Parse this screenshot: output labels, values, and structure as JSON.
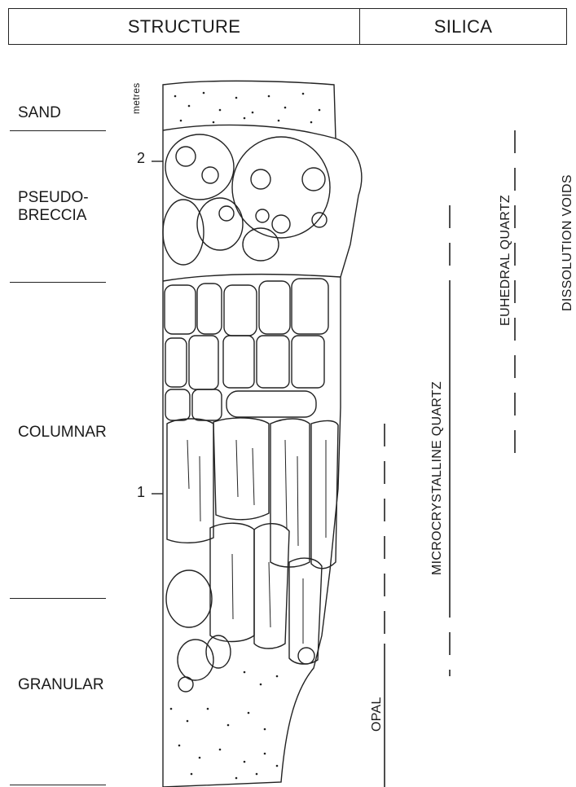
{
  "header": {
    "structure": "STRUCTURE",
    "silica": "SILICA"
  },
  "layers": {
    "sand": "SAND",
    "pseudo_breccia_1": "PSEUDO-",
    "pseudo_breccia_2": "BRECCIA",
    "columnar": "COLUMNAR",
    "granular": "GRANULAR"
  },
  "axis": {
    "unit": "metres",
    "tick_2": "2",
    "tick_1": "1"
  },
  "silica_phases": {
    "opal": "OPAL",
    "microcrystalline_quartz": "MICROCRYSTALLINE QUARTZ",
    "euhedral_quartz": "EUHEDRAL QUARTZ",
    "dissolution_voids": "DISSOLUTION VOIDS"
  }
}
